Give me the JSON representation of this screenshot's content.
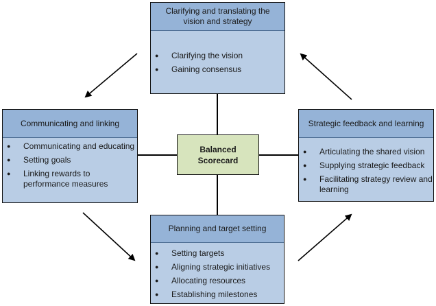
{
  "diagram": {
    "center": {
      "label_line1": "Balanced",
      "label_line2": "Scorecard"
    },
    "boxes": {
      "top": {
        "title": "Clarifying and translating the vision and strategy",
        "items": [
          "Clarifying the vision",
          "Gaining consensus"
        ]
      },
      "left": {
        "title": "Communicating and linking",
        "items": [
          "Communicating and educating",
          "Setting goals",
          "Linking rewards to performance measures"
        ]
      },
      "right": {
        "title": "Strategic feedback and learning",
        "items": [
          "Articulating the shared vision",
          "Supplying strategic feedback",
          "Facilitating strategy review and learning"
        ]
      },
      "bottom": {
        "title": "Planning and target setting",
        "items": [
          "Setting targets",
          "Aligning strategic initiatives",
          "Allocating resources",
          "Establishing milestones"
        ]
      }
    },
    "flow": [
      "top",
      "left",
      "bottom",
      "right",
      "top"
    ],
    "colors": {
      "header": "#95b3d7",
      "body": "#b9cde5",
      "center": "#d7e4bd"
    }
  }
}
